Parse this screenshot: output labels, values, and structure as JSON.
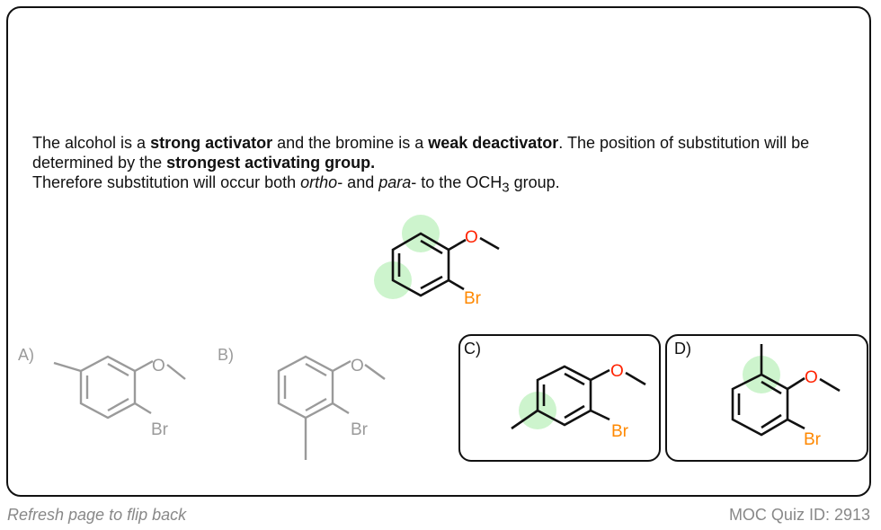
{
  "explanation": {
    "s1_a": "The alcohol is a ",
    "s1_b": "strong activator",
    "s1_c": " and the bromine is a ",
    "s1_d": "weak deactivator",
    "s1_e": ". The position of substitution will be determined by the ",
    "s1_f": "strongest activating group.",
    "s2_a": " Therefore substitution will occur both ",
    "s2_b": "ortho",
    "s2_c": "- and ",
    "s2_d": "para",
    "s2_e": "- to the OCH",
    "s2_sub": "3",
    "s2_f": " group."
  },
  "atoms": {
    "oxygen": "O",
    "bromine": "Br"
  },
  "options": [
    {
      "label": "A)"
    },
    {
      "label": "B)"
    },
    {
      "label": "C)"
    },
    {
      "label": "D)"
    }
  ],
  "colors": {
    "oxygen": "#ff2200",
    "bromine": "#ff8800",
    "highlight": "#b8f0b8",
    "faded": "#9a9a9a"
  },
  "footer": {
    "flip": "Refresh page to flip back",
    "quiz_id": "MOC Quiz ID: 2913"
  }
}
